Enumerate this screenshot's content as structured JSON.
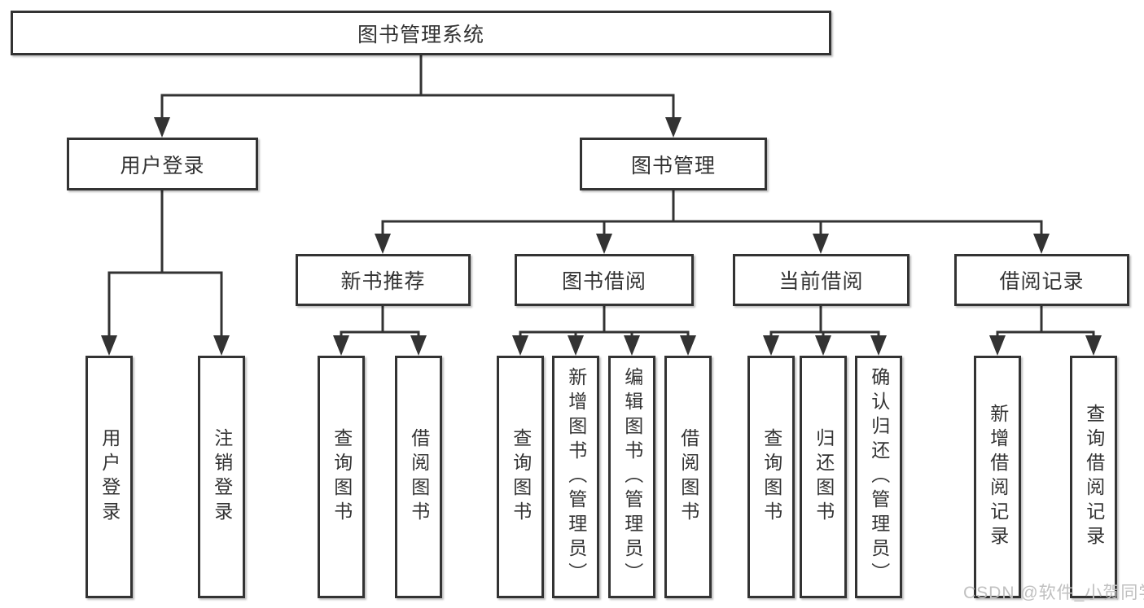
{
  "diagram": {
    "type": "tree",
    "title": "图书管理系统"
  },
  "nodes": {
    "root": {
      "label": "图书管理系统"
    },
    "l2": [
      {
        "label": "用户登录"
      },
      {
        "label": "图书管理"
      }
    ],
    "l3": [
      {
        "label": "新书推荐",
        "parent": "图书管理"
      },
      {
        "label": "图书借阅",
        "parent": "图书管理"
      },
      {
        "label": "当前借阅",
        "parent": "图书管理"
      },
      {
        "label": "借阅记录",
        "parent": "图书管理"
      }
    ],
    "leaves": [
      {
        "label": "用户登录",
        "parent": "用户登录"
      },
      {
        "label": "注销登录",
        "parent": "用户登录"
      },
      {
        "label": "查询图书",
        "parent": "新书推荐"
      },
      {
        "label": "借阅图书",
        "parent": "新书推荐"
      },
      {
        "label": "查询图书",
        "parent": "图书借阅"
      },
      {
        "label": "新增图书（管理员）",
        "parent": "图书借阅"
      },
      {
        "label": "编辑图书（管理员）",
        "parent": "图书借阅"
      },
      {
        "label": "借阅图书",
        "parent": "图书借阅"
      },
      {
        "label": "查询图书",
        "parent": "当前借阅"
      },
      {
        "label": "归还图书",
        "parent": "当前借阅"
      },
      {
        "label": "确认归还（管理员）",
        "parent": "当前借阅"
      },
      {
        "label": "新增借阅记录",
        "parent": "借阅记录"
      },
      {
        "label": "查询借阅记录",
        "parent": "借阅记录"
      }
    ]
  },
  "watermark": {
    "text": "CSDN @软件_小贺同学"
  },
  "colors": {
    "line": "#333333",
    "border": "#333333",
    "text": "#333333",
    "watermark": "#c0c0c0",
    "background": "#ffffff"
  }
}
